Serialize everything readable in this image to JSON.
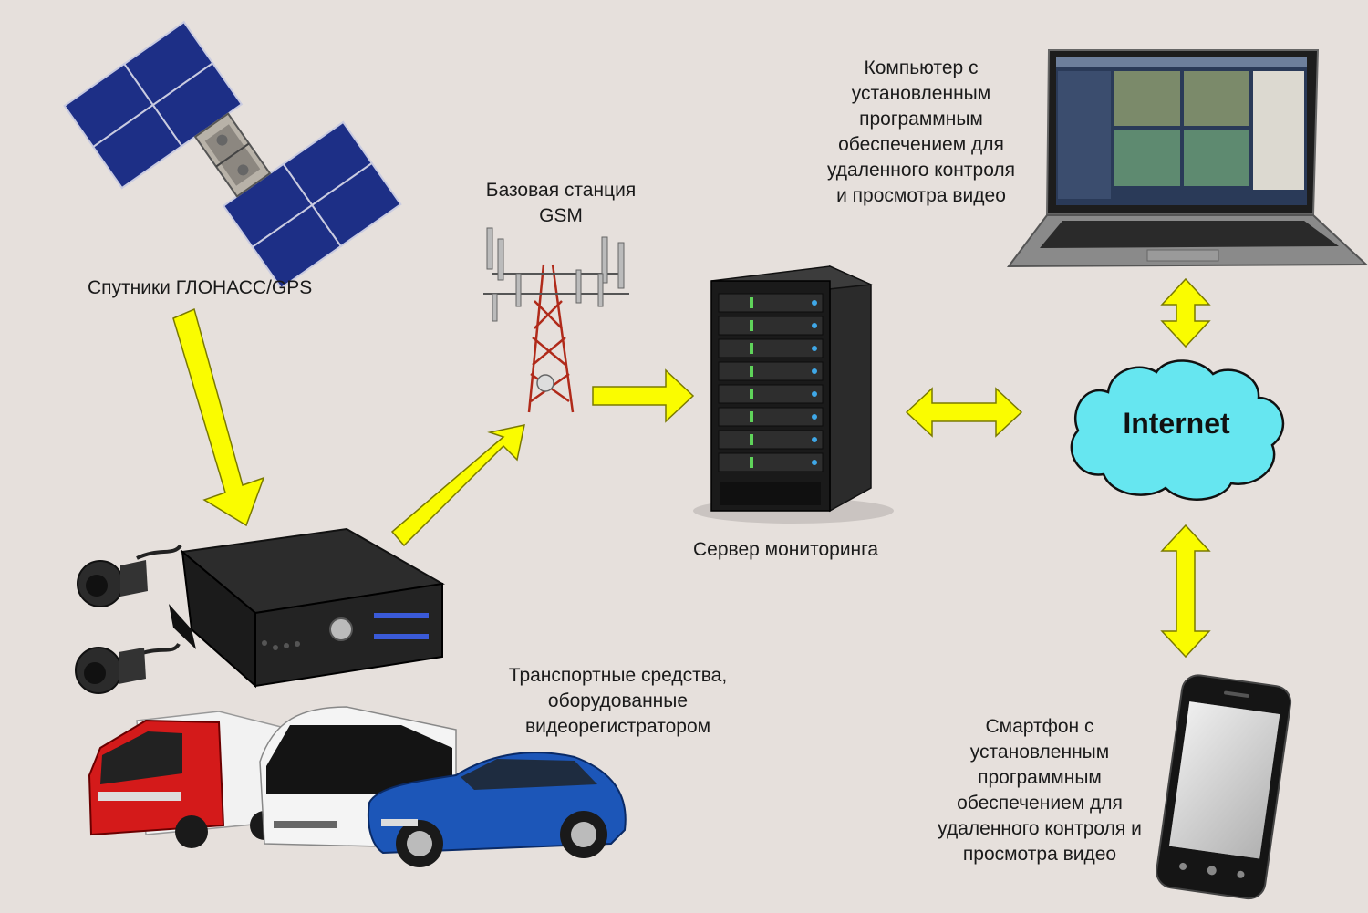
{
  "colors": {
    "background": "#e6e0dc",
    "arrow_fill": "#fafc00",
    "arrow_stroke": "#7a7a00",
    "cloud_fill": "#66e6f0"
  },
  "nodes": {
    "satellites": {
      "label": "Спутники ГЛОНАСС/GPS",
      "icon": "satellite-icon"
    },
    "base_station": {
      "label_lines": [
        "Базовая станция",
        "GSM"
      ],
      "icon": "cell-tower-icon"
    },
    "laptop": {
      "label_lines": [
        "Компьютер с",
        "установленным",
        "программным",
        "обеспечением для",
        "удаленного контроля",
        "и просмотра видео"
      ],
      "icon": "laptop-icon"
    },
    "server": {
      "label": "Сервер мониторинга",
      "icon": "server-icon"
    },
    "internet": {
      "label": "Internet",
      "icon": "cloud-icon"
    },
    "vehicles": {
      "label_lines": [
        "Транспортные средства,",
        "оборудованные",
        "видеорегистратором"
      ],
      "icon": "vehicles-icon"
    },
    "smartphone": {
      "label_lines": [
        "Смартфон с",
        "установленным",
        "программным",
        "обеспечением для",
        "удаленного контроля и",
        "просмотра видео"
      ],
      "icon": "smartphone-icon"
    }
  },
  "edges": [
    {
      "from": "satellites",
      "to": "vehicles",
      "direction": "one-way"
    },
    {
      "from": "vehicles",
      "to": "base_station",
      "direction": "one-way"
    },
    {
      "from": "base_station",
      "to": "server",
      "direction": "one-way"
    },
    {
      "from": "server",
      "to": "internet",
      "direction": "two-way"
    },
    {
      "from": "internet",
      "to": "laptop",
      "direction": "two-way"
    },
    {
      "from": "internet",
      "to": "smartphone",
      "direction": "two-way"
    }
  ]
}
